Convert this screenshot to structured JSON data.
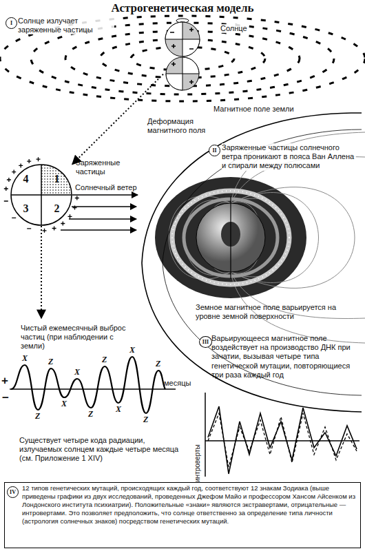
{
  "diagram": {
    "title": "Астрогенетическая модель",
    "caption": "12 типов генетических мутаций, происходящих каждый год, соответствуют 12 знакам Зодиака (выше приведены графики из двух исследований, проведенных Джефом Майо и профессором Хансом Айсенком из Лондонского института психиатрии). Положительные «знаки» являются экстравертами, отрицательные — интровертами. Это позволяет предположить, что солнце ответственно за определение типа личности (астрология солнечных знаков) посредством генетических мутаций.",
    "nodes": [
      {
        "text": [
          "Солнце"
        ]
      },
      {
        "text": [
          "Заряженные частицы"
        ]
      },
      {
        "text": [
          "4"
        ],
        "in": 1
      },
      {
        "text": [
          "1"
        ],
        "in": 1
      },
      {
        "text": [
          "3"
        ],
        "in": 1
      },
      {
        "text": [
          "2"
        ],
        "in": 1
      },
      {
        "text": [
          "Магнитное поле земли"
        ]
      },
      {
        "text": [
          "Чистый ежемесячный выброс частиц (при наблюдении с земли)"
        ]
      }
    ],
    "edges": [
      {
        "from": 0,
        "to": 1,
        "arrow": "to"
      },
      {
        "from": 1,
        "to": 6,
        "label": "Солнечный ветер",
        "arrow": "to"
      },
      {
        "from": 1,
        "to": 7,
        "arrow": "to"
      }
    ],
    "labels": [
      "I",
      "Солнце излучает заряженные частицы",
      "Деформация магнитного поля",
      "II",
      "Заряженные частицы солнечного ветра проникают в пояса Ван Аллена и спирали между полюсами",
      "Земное магнитное поле варьируется на уровне земной поверхности",
      "+",
      "−",
      "месяцы",
      "X",
      "Z",
      "X",
      "Z",
      "X",
      "Z",
      "Z",
      "X",
      "Z",
      "X",
      "Z",
      "Существует четыре кода радиации, излучаемых солнцем каждые четыре месяца (см. Приложение 1 XIV)",
      "III",
      "Варьирующееся магнитное поле воздействует на производство ДНК при зачатии, вызывая четыре типа генетической мутации, повторяющиеся три раза каждый год",
      "интроверты",
      "IV"
    ]
  }
}
